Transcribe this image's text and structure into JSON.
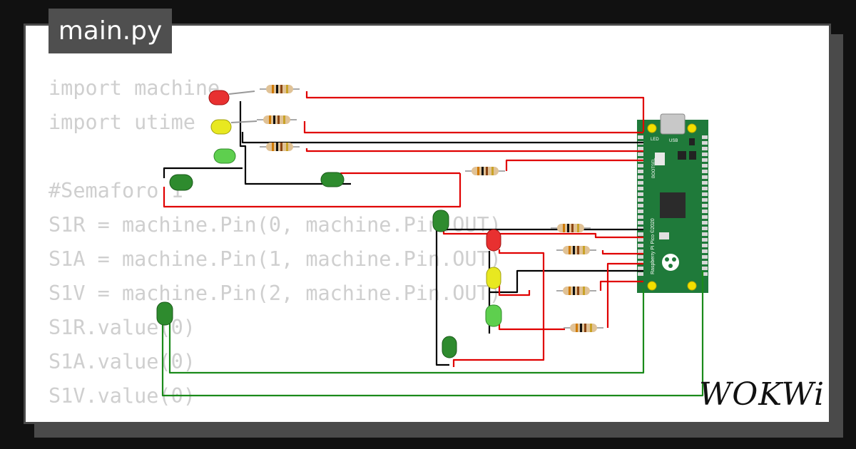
{
  "tab": {
    "filename": "main.py"
  },
  "code_lines": [
    "import machine",
    "import utime",
    "",
    "#Semaforo 1",
    "S1R = machine.Pin(0, machine.Pin.OUT)",
    "S1A = machine.Pin(1, machine.Pin.OUT)",
    "S1V = machine.Pin(2, machine.Pin.OUT)",
    "S1R.value(0)",
    "S1A.value(0)",
    "S1V.value(0)"
  ],
  "board": {
    "name": "Raspberry Pi Pico ©2020",
    "led_label": "LED",
    "usb_label": "USB",
    "bootsel_label": "BOOTSEL"
  },
  "brand": {
    "logo": "WOKWi"
  },
  "colors": {
    "wire_red": "#e00000",
    "wire_black": "#000000",
    "wire_green": "#1a8a1a",
    "board_green": "#1f7a3a",
    "led_red": "#e83030",
    "led_yellow": "#e8e820",
    "led_green_light": "#5ecf4e",
    "led_green_dark": "#2e8b2e"
  }
}
